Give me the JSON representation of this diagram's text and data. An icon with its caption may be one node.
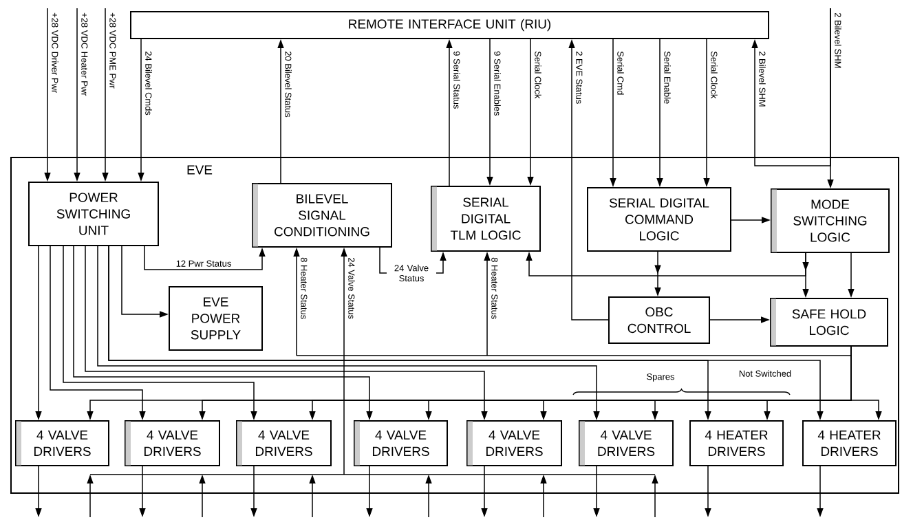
{
  "diagram": {
    "nodes": [
      {
        "text": [
          "REMOTE INTERFACE UNIT (RIU)"
        ]
      },
      {
        "text": [
          "EVE"
        ]
      },
      {
        "text": [
          "POWER SWITCHING UNIT"
        ],
        "in": 1
      },
      {
        "text": [
          "BILEVEL SIGNAL CONDITIONING"
        ],
        "in": 1
      },
      {
        "text": [
          "SERIAL DIGITAL TLM LOGIC"
        ],
        "in": 1
      },
      {
        "text": [
          "SERIAL DIGITAL COMMAND LOGIC"
        ],
        "in": 1
      },
      {
        "text": [
          "MODE SWITCHING LOGIC"
        ],
        "in": 1
      },
      {
        "text": [
          "EVE POWER SUPPLY"
        ],
        "in": 1
      },
      {
        "text": [
          "OBC CONTROL"
        ],
        "in": 1
      },
      {
        "text": [
          "SAFE HOLD LOGIC"
        ],
        "in": 1
      },
      {
        "text": [
          "4 VALVE DRIVERS"
        ],
        "in": 1
      },
      {
        "text": [
          "4 VALVE DRIVERS"
        ],
        "in": 1
      },
      {
        "text": [
          "4 VALVE DRIVERS"
        ],
        "in": 1
      },
      {
        "text": [
          "4 VALVE DRIVERS"
        ],
        "in": 1
      },
      {
        "text": [
          "4 VALVE DRIVERS"
        ],
        "in": 1
      },
      {
        "text": [
          "4 VALVE DRIVERS"
        ],
        "in": 1
      },
      {
        "text": [
          "4 HEATER DRIVERS"
        ],
        "in": 1
      },
      {
        "text": [
          "4 HEATER DRIVERS"
        ],
        "in": 1
      }
    ],
    "edges": [
      {
        "from": null,
        "to": 2,
        "arrow": "to",
        "label": "+28 VDC Driver Pwr"
      },
      {
        "from": null,
        "to": 2,
        "arrow": "to",
        "label": "+28 VDC Heater Pwr"
      },
      {
        "from": null,
        "to": 2,
        "arrow": "to",
        "label": "+28 VDC PME Pwr"
      },
      {
        "from": 0,
        "to": 2,
        "arrow": "to",
        "label": "24 Bilevel Cmds"
      },
      {
        "from": 3,
        "to": 0,
        "arrow": "to",
        "label": "20 Bilevel Status"
      },
      {
        "from": 4,
        "to": 0,
        "arrow": "to",
        "label": "9 Serial Status"
      },
      {
        "from": 0,
        "to": 4,
        "arrow": "to",
        "label": "9 Serial Enables"
      },
      {
        "from": 0,
        "to": 4,
        "arrow": "to",
        "label": "Serial Clock"
      },
      {
        "from": 8,
        "to": 0,
        "arrow": "to",
        "label": "2 EVE Status"
      },
      {
        "from": 0,
        "to": 5,
        "arrow": "to",
        "label": "Serial Cmd"
      },
      {
        "from": 0,
        "to": 5,
        "arrow": "to",
        "label": "Serial Enable"
      },
      {
        "from": 0,
        "to": 5,
        "arrow": "to",
        "label": "Serial Clock"
      },
      {
        "from": null,
        "to": 0,
        "arrow": "to",
        "label": "2 Bilevel SHM"
      },
      {
        "from": null,
        "to": 6,
        "arrow": "to",
        "label": "2 Bilevel SHM"
      },
      {
        "from": 2,
        "to": 3,
        "arrow": "to",
        "label": "12 Pwr Status"
      },
      {
        "from": 2,
        "to": 7,
        "arrow": "to"
      },
      {
        "from": 3,
        "to": 4,
        "arrow": "to",
        "label": "24 Valve Status"
      },
      {
        "from": 5,
        "to": 6,
        "arrow": "to"
      },
      {
        "from": 5,
        "to": 8,
        "arrow": "to"
      },
      {
        "from": 6,
        "to": 4,
        "arrow": "to"
      },
      {
        "from": 6,
        "to": 9,
        "arrow": "to"
      },
      {
        "from": 6,
        "to": 9,
        "arrow": "to"
      },
      {
        "from": 8,
        "to": 9,
        "arrow": "to"
      },
      {
        "from": null,
        "to": 3,
        "arrow": "to",
        "label": "8 Heater Status"
      },
      {
        "from": null,
        "to": 3,
        "arrow": "to",
        "label": "24 Valve Status"
      },
      {
        "from": null,
        "to": 4,
        "arrow": "to",
        "label": "8 Heater Status"
      },
      {
        "from": 2,
        "to": 10,
        "arrow": "to"
      },
      {
        "from": 2,
        "to": 11,
        "arrow": "to"
      },
      {
        "from": 2,
        "to": 12,
        "arrow": "to"
      },
      {
        "from": 2,
        "to": 13,
        "arrow": "to"
      },
      {
        "from": 2,
        "to": 14,
        "arrow": "to"
      },
      {
        "from": 2,
        "to": 15,
        "arrow": "to"
      },
      {
        "from": 2,
        "to": 16,
        "arrow": "to"
      },
      {
        "from": 2,
        "to": 17,
        "arrow": "to"
      },
      {
        "from": 9,
        "to": 10,
        "arrow": "to"
      },
      {
        "from": 9,
        "to": 11,
        "arrow": "to"
      },
      {
        "from": 9,
        "to": 12,
        "arrow": "to"
      },
      {
        "from": 9,
        "to": 13,
        "arrow": "to"
      },
      {
        "from": 9,
        "to": 14,
        "arrow": "to"
      },
      {
        "from": 9,
        "to": 15,
        "arrow": "to"
      },
      {
        "from": 9,
        "to": 16,
        "arrow": "to"
      },
      {
        "from": 9,
        "to": 17,
        "arrow": "to"
      },
      {
        "from": 10,
        "to": null,
        "arrow": "to"
      },
      {
        "from": 11,
        "to": null,
        "arrow": "to"
      },
      {
        "from": 12,
        "to": null,
        "arrow": "to"
      },
      {
        "from": 13,
        "to": null,
        "arrow": "to"
      },
      {
        "from": 14,
        "to": null,
        "arrow": "to"
      },
      {
        "from": 15,
        "to": null,
        "arrow": "to"
      },
      {
        "from": 16,
        "to": null,
        "arrow": "to"
      },
      {
        "from": 17,
        "to": null,
        "arrow": "to"
      }
    ],
    "labels": [
      "Spares",
      "Not Switched"
    ]
  }
}
